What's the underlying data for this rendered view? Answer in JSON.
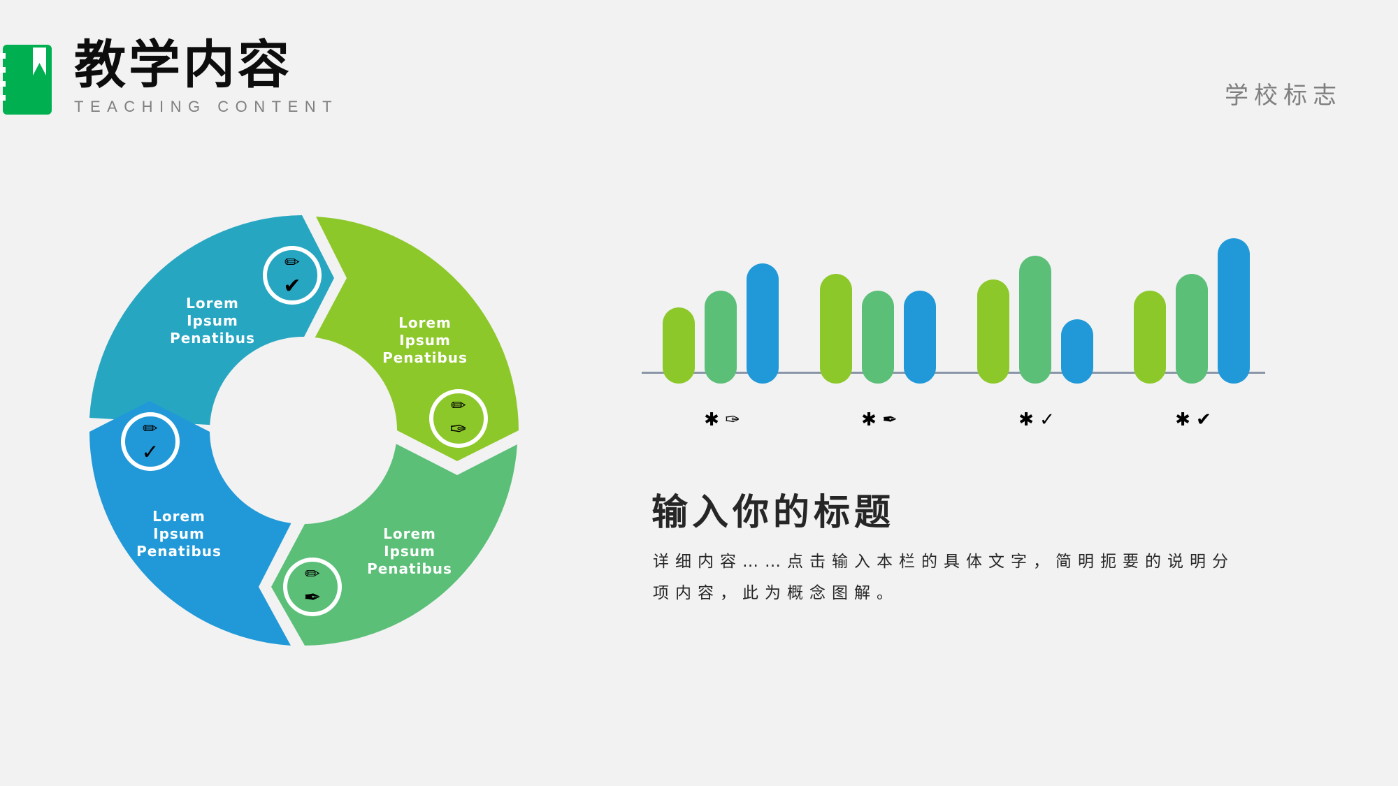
{
  "header": {
    "title": "教学内容",
    "subtitle": "TEACHING CONTENT",
    "logo_icon": "notebook-bookmark-icon",
    "logo_color": "#00b050",
    "school_logo": "学校标志"
  },
  "cycle": {
    "segments": [
      {
        "position": "top-left",
        "color": "#27a6c1",
        "line1": "Lorem",
        "line2": "Ipsum",
        "line3": "Penatibus",
        "icon_top": "✏",
        "icon_bottom": "✔",
        "icon_names": [
          "pencil-icon",
          "heavy-check-icon"
        ]
      },
      {
        "position": "top-right",
        "color": "#8dc82a",
        "line1": "Lorem",
        "line2": "Ipsum",
        "line3": "Penatibus",
        "icon_top": "✏",
        "icon_bottom": "✑",
        "icon_names": [
          "pencil-icon",
          "white-nib-icon"
        ]
      },
      {
        "position": "bottom-right",
        "color": "#5bbf78",
        "line1": "Lorem",
        "line2": "Ipsum",
        "line3": "Penatibus",
        "icon_top": "✏",
        "icon_bottom": "✒",
        "icon_names": [
          "pencil-icon",
          "black-nib-icon"
        ]
      },
      {
        "position": "bottom-left",
        "color": "#2199d8",
        "line1": "Lorem",
        "line2": "Ipsum",
        "line3": "Penatibus",
        "icon_top": "✏",
        "icon_bottom": "✓",
        "icon_names": [
          "pencil-icon",
          "check-icon"
        ]
      }
    ]
  },
  "chart_data": {
    "type": "bar",
    "title": "",
    "xlabel": "",
    "ylabel": "",
    "categories": [
      "✱✑",
      "✱✒",
      "✱✓",
      "✱✔"
    ],
    "series": [
      {
        "name": "series-1",
        "color": "#8dc82a",
        "values": [
          92,
          140,
          132,
          116
        ]
      },
      {
        "name": "series-2",
        "color": "#5bbf78",
        "values": [
          116,
          116,
          166,
          140
        ]
      },
      {
        "name": "series-3",
        "color": "#2199d8",
        "values": [
          155,
          116,
          75,
          191
        ]
      }
    ],
    "ylim": [
      0,
      200
    ],
    "grid": false,
    "legend": "none",
    "bar_style": "rounded-pill",
    "baseline_color": "#8a96a8"
  },
  "chart_labels": {
    "c0": "✱ ✑",
    "c1": "✱ ✒",
    "c2": "✱ ✓",
    "c3": "✱ ✔"
  },
  "content": {
    "title": "输入你的标题",
    "body": "详细内容……点击输入本栏的具体文字，简明扼要的说明分项内容，此为概念图解。"
  }
}
